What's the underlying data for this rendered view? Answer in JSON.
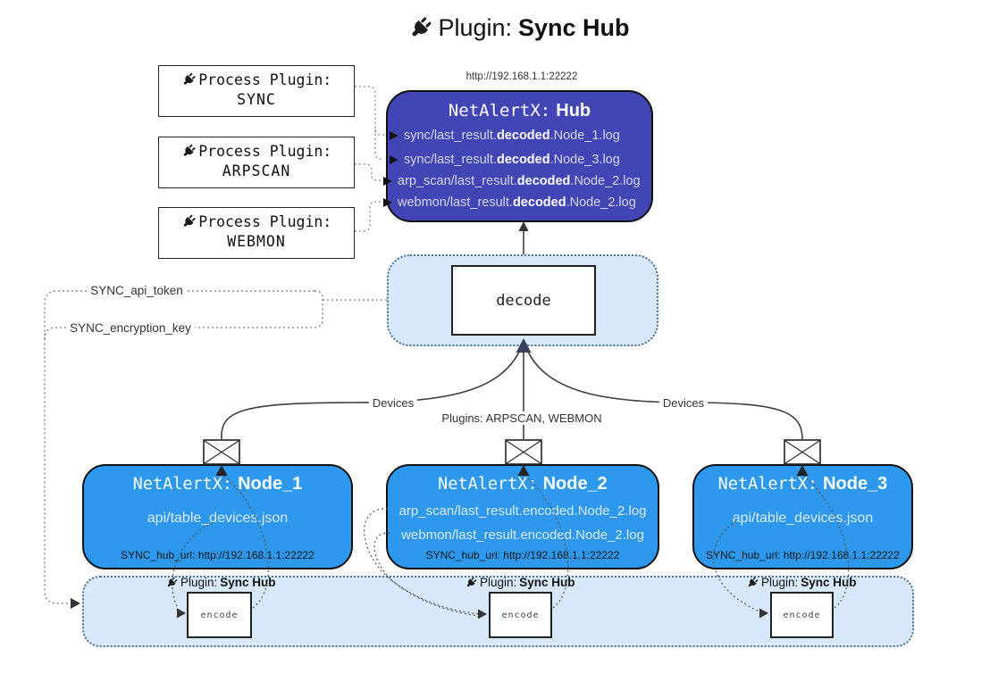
{
  "title": {
    "label": "Plugin:",
    "name": "Sync Hub"
  },
  "hub": {
    "url": "http://192.168.1.1:22222",
    "title_prefix": "NetAlertX:",
    "title_name": "Hub",
    "logs": [
      {
        "pre": "sync/last_result.",
        "bold": "decoded",
        "post": ".Node_1.log"
      },
      {
        "pre": "sync/last_result.",
        "bold": "decoded",
        "post": ".Node_3.log"
      },
      {
        "pre": "arp_scan/last_result.",
        "bold": "decoded",
        "post": ".Node_2.log"
      },
      {
        "pre": "webmon/last_result.",
        "bold": "decoded",
        "post": ".Node_2.log"
      }
    ]
  },
  "process_plugins": [
    {
      "label": "Process Plugin:",
      "name": "SYNC"
    },
    {
      "label": "Process Plugin:",
      "name": "ARPSCAN"
    },
    {
      "label": "Process Plugin:",
      "name": "WEBMON"
    }
  ],
  "decode_label": "decode",
  "settings": {
    "api_token": "SYNC_api_token",
    "encryption_key": "SYNC_encryption_key"
  },
  "edge_labels": {
    "devices_left": "Devices",
    "plugins_center": "Plugins: ARPSCAN, WEBMON",
    "devices_right": "Devices"
  },
  "nodes": [
    {
      "title_prefix": "NetAlertX:",
      "title_name": "Node_1",
      "lines": [
        "api/table_devices.json"
      ],
      "hub_url": "SYNC_hub_url: http://192.168.1.1:22222"
    },
    {
      "title_prefix": "NetAlertX:",
      "title_name": "Node_2",
      "lines": [
        "arp_scan/last_result.encoded.Node_2.log",
        "webmon/last_result.encoded.Node_2.log"
      ],
      "hub_url": "SYNC_hub_url: http://192.168.1.1:22222"
    },
    {
      "title_prefix": "NetAlertX:",
      "title_name": "Node_3",
      "lines": [
        "api/table_devices.json"
      ],
      "hub_url": "SYNC_hub_url: http://192.168.1.1:22222"
    }
  ],
  "encoders": [
    {
      "plugin_label": "Plugin:",
      "plugin_name": "Sync Hub",
      "box_label": "encode"
    },
    {
      "plugin_label": "Plugin:",
      "plugin_name": "Sync Hub",
      "box_label": "encode"
    },
    {
      "plugin_label": "Plugin:",
      "plugin_name": "Sync Hub",
      "box_label": "encode"
    }
  ],
  "colors": {
    "hub_fill": "#4245b4",
    "node_fill": "#2e97ee",
    "band_fill": "#d7e9fa",
    "band_border": "#54708c",
    "arrow_dark": "#36445a"
  }
}
